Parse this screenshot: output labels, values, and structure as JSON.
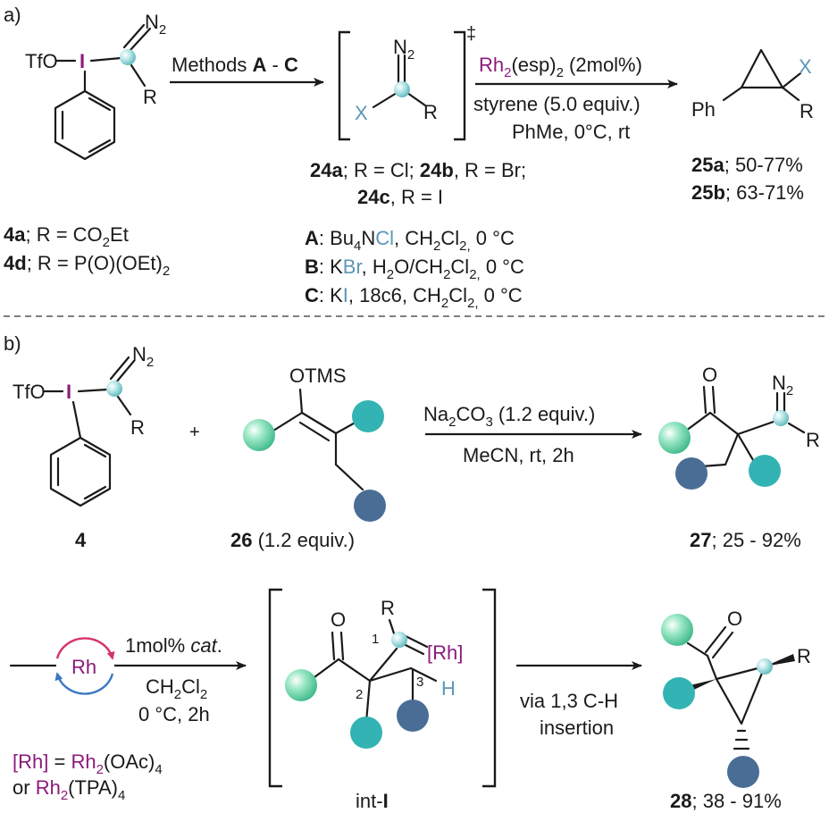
{
  "colors": {
    "text": "#1a1a1a",
    "iodine": "#8b1a7a",
    "halogen": "#5b97b8",
    "rh": "#8b1a7a",
    "teal_ball": "#33b3b3",
    "slate_ball": "#4a6d96",
    "mint_ball": "#7dd8b2",
    "pale_ball": "#9bd3d6",
    "cycle_red": "#d6336c",
    "cycle_blue": "#3a78c2"
  },
  "icons": [
    "light-teal-sphere",
    "mint-sphere",
    "teal-sphere",
    "slate-blue-sphere",
    "rh-catalytic-cycle-icon"
  ],
  "panel_a": {
    "label": "a)",
    "reagent": {
      "tfo": "TfO",
      "iodine": "I",
      "r": "R",
      "n2": "N",
      "n2_sub": "2"
    },
    "reagent_caption": [
      {
        "bold": "4a",
        "rest": "; R = CO",
        "sub": "2",
        "tail": "Et"
      },
      {
        "bold": "4d",
        "rest": "; R = P(O)(OEt)",
        "sub": "2",
        "tail": ""
      }
    ],
    "arrow1": {
      "pre": "Methods ",
      "b1": "A",
      "mid": " - ",
      "b2": "C"
    },
    "intermediate": {
      "x": "X",
      "r": "R",
      "n2": "N",
      "n2_sub": "2",
      "dagger": "‡"
    },
    "intermediate_caption": {
      "line1_b1": "24a",
      "line1_t1": "; R = Cl; ",
      "line1_b2": "24b",
      "line1_t2": ", R = Br;",
      "line2_b": "24c",
      "line2_t": ", R = I"
    },
    "methods": [
      {
        "letter": "A",
        "pre": ": Bu",
        "sub1": "4",
        "n": "N",
        "halide": "Cl",
        "post": ", CH",
        "sub2": "2",
        "cl": "Cl",
        "sub3": "2,",
        "end": " 0 °C"
      },
      {
        "letter": "B",
        "pre": ": K",
        "halide": "Br",
        "post": ", H",
        "sub1": "2",
        "mid": "O/CH",
        "sub2": "2",
        "cl": "Cl",
        "sub3": "2,",
        "end": " 0 °C"
      },
      {
        "letter": "C",
        "pre": ": K",
        "halide": "I",
        "post": ", 18c6, CH",
        "sub1": "2",
        "cl": "Cl",
        "sub2": "2,",
        "end": " 0 °C"
      }
    ],
    "arrow2": {
      "rh": "Rh",
      "rh_sub": "2",
      "cat": "(esp)",
      "cat_sub": "2",
      "loading": " (2mol%)",
      "line2": "styrene (5.0 equiv.)",
      "line3": "PhMe, 0°C, rt"
    },
    "product": {
      "ph": "Ph",
      "x": "X",
      "r": "R"
    },
    "product_caption": [
      {
        "bold": "25a",
        "rest": "; 50-77%"
      },
      {
        "bold": "25b",
        "rest": "; 63-71%"
      }
    ]
  },
  "panel_b": {
    "label": "b)",
    "reagent": {
      "tfo": "TfO",
      "iodine": "I",
      "r": "R",
      "n2": "N",
      "n2_sub": "2",
      "caption": "4"
    },
    "plus": "+",
    "enol": {
      "otms": "OTMS",
      "caption_bold": "26",
      "caption_rest": " (1.2 equiv.)"
    },
    "arrow": {
      "na": "Na",
      "na_sub": "2",
      "co": "CO",
      "co_sub": "3",
      "rest": " (1.2 equiv.)",
      "line2": "MeCN, rt, 2h"
    },
    "product": {
      "o": "O",
      "n2": "N",
      "n2_sub": "2",
      "r": "R",
      "caption_bold": "27",
      "caption_rest": "; 25 - 92%"
    },
    "cycle_label": "Rh",
    "arrow_cat": {
      "pre": "1mol% ",
      "cat": "cat",
      "dot": ".",
      "solvent": "CH",
      "s1": "2",
      "cl": "Cl",
      "s2": "2",
      "cond": "0 °C, 2h"
    },
    "rh_def": [
      {
        "pre": "",
        "rh": "[Rh]",
        "eq": " = ",
        "rh2": "Rh",
        "sub": "2",
        "lig": "(OAc)",
        "lig_sub": "4"
      },
      {
        "pre": "or ",
        "rh": "",
        "eq": "",
        "rh2": "Rh",
        "sub": "2",
        "lig": "(TPA)",
        "lig_sub": "4"
      }
    ],
    "intermediate": {
      "r": "R",
      "o": "O",
      "n1": "1",
      "n2": "2",
      "n3": "3",
      "rh": "[Rh]",
      "h": "H",
      "caption_pre": "int-",
      "caption_bold": "I"
    },
    "arrow_final": {
      "line1": "via 1,3 C-H",
      "line2": "insertion"
    },
    "final": {
      "o": "O",
      "r": "R",
      "caption_bold": "28",
      "caption_rest": "; 38 - 91%"
    }
  }
}
